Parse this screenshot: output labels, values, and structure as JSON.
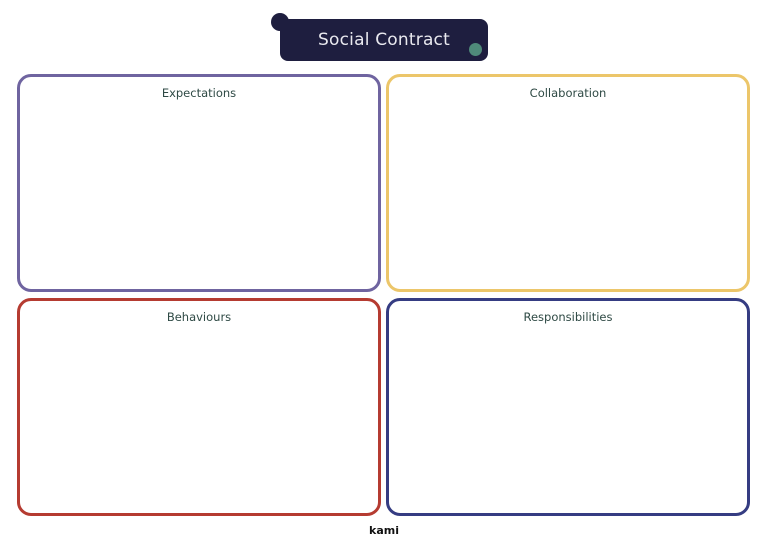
{
  "title": "Social Contract",
  "panels": [
    {
      "label": "Expectations",
      "color": "#6f64a0"
    },
    {
      "label": "Collaboration",
      "color": "#ecc66a"
    },
    {
      "label": "Behaviours",
      "color": "#b53b31"
    },
    {
      "label": "Responsibilities",
      "color": "#353c82"
    }
  ],
  "footer": {
    "logo": "kami"
  },
  "colors": {
    "banner": "#1e1e3f",
    "accent_dot": "#4f8a7a"
  }
}
